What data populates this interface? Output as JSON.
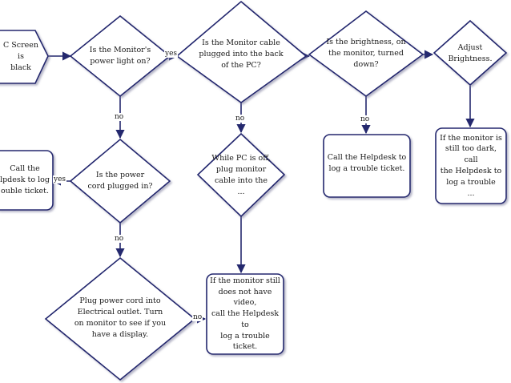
{
  "nodes": {
    "pc_screen_black": "C Screen is\nblack",
    "monitor_power_light": "Is the Monitor's\npower light on?",
    "monitor_cable": "Is the Monitor cable\nplugged into the back\nof the PC?",
    "brightness": "Is the brightness, on\nthe monitor, turned\ndown?",
    "adjust_brightness": "Adjust\nBrightness.",
    "call_helpdesk_left": "Call the\nlpdesk to log\nouble ticket.",
    "power_cord": "Is the power\ncord plugged in?",
    "plug_cable": "While PC is off,\nplug monitor\ncable into the\n...",
    "call_helpdesk_mid": "Call the Helpdesk to\nlog a trouble ticket.",
    "still_too_dark": "If the monitor is\nstill too dark, call\nthe Helpdesk to\nlog a trouble\n...",
    "plug_power_cord": "Plug power cord into\nElectrical outlet.  Turn\non monitor to see if you\nhave a display.",
    "no_video": "If the monitor still\ndoes not have video,\ncall the Helpdesk to\nlog a trouble ticket."
  },
  "edge_labels": {
    "power_yes": "yes",
    "power_no": "no",
    "cable_no": "no",
    "brightness_no": "no",
    "cord_yes": "yes",
    "cord_no": "no",
    "plug_no": "no"
  },
  "colors": {
    "stroke": "#24286e",
    "fill": "#ffffff",
    "text": "#1a1a1a"
  }
}
